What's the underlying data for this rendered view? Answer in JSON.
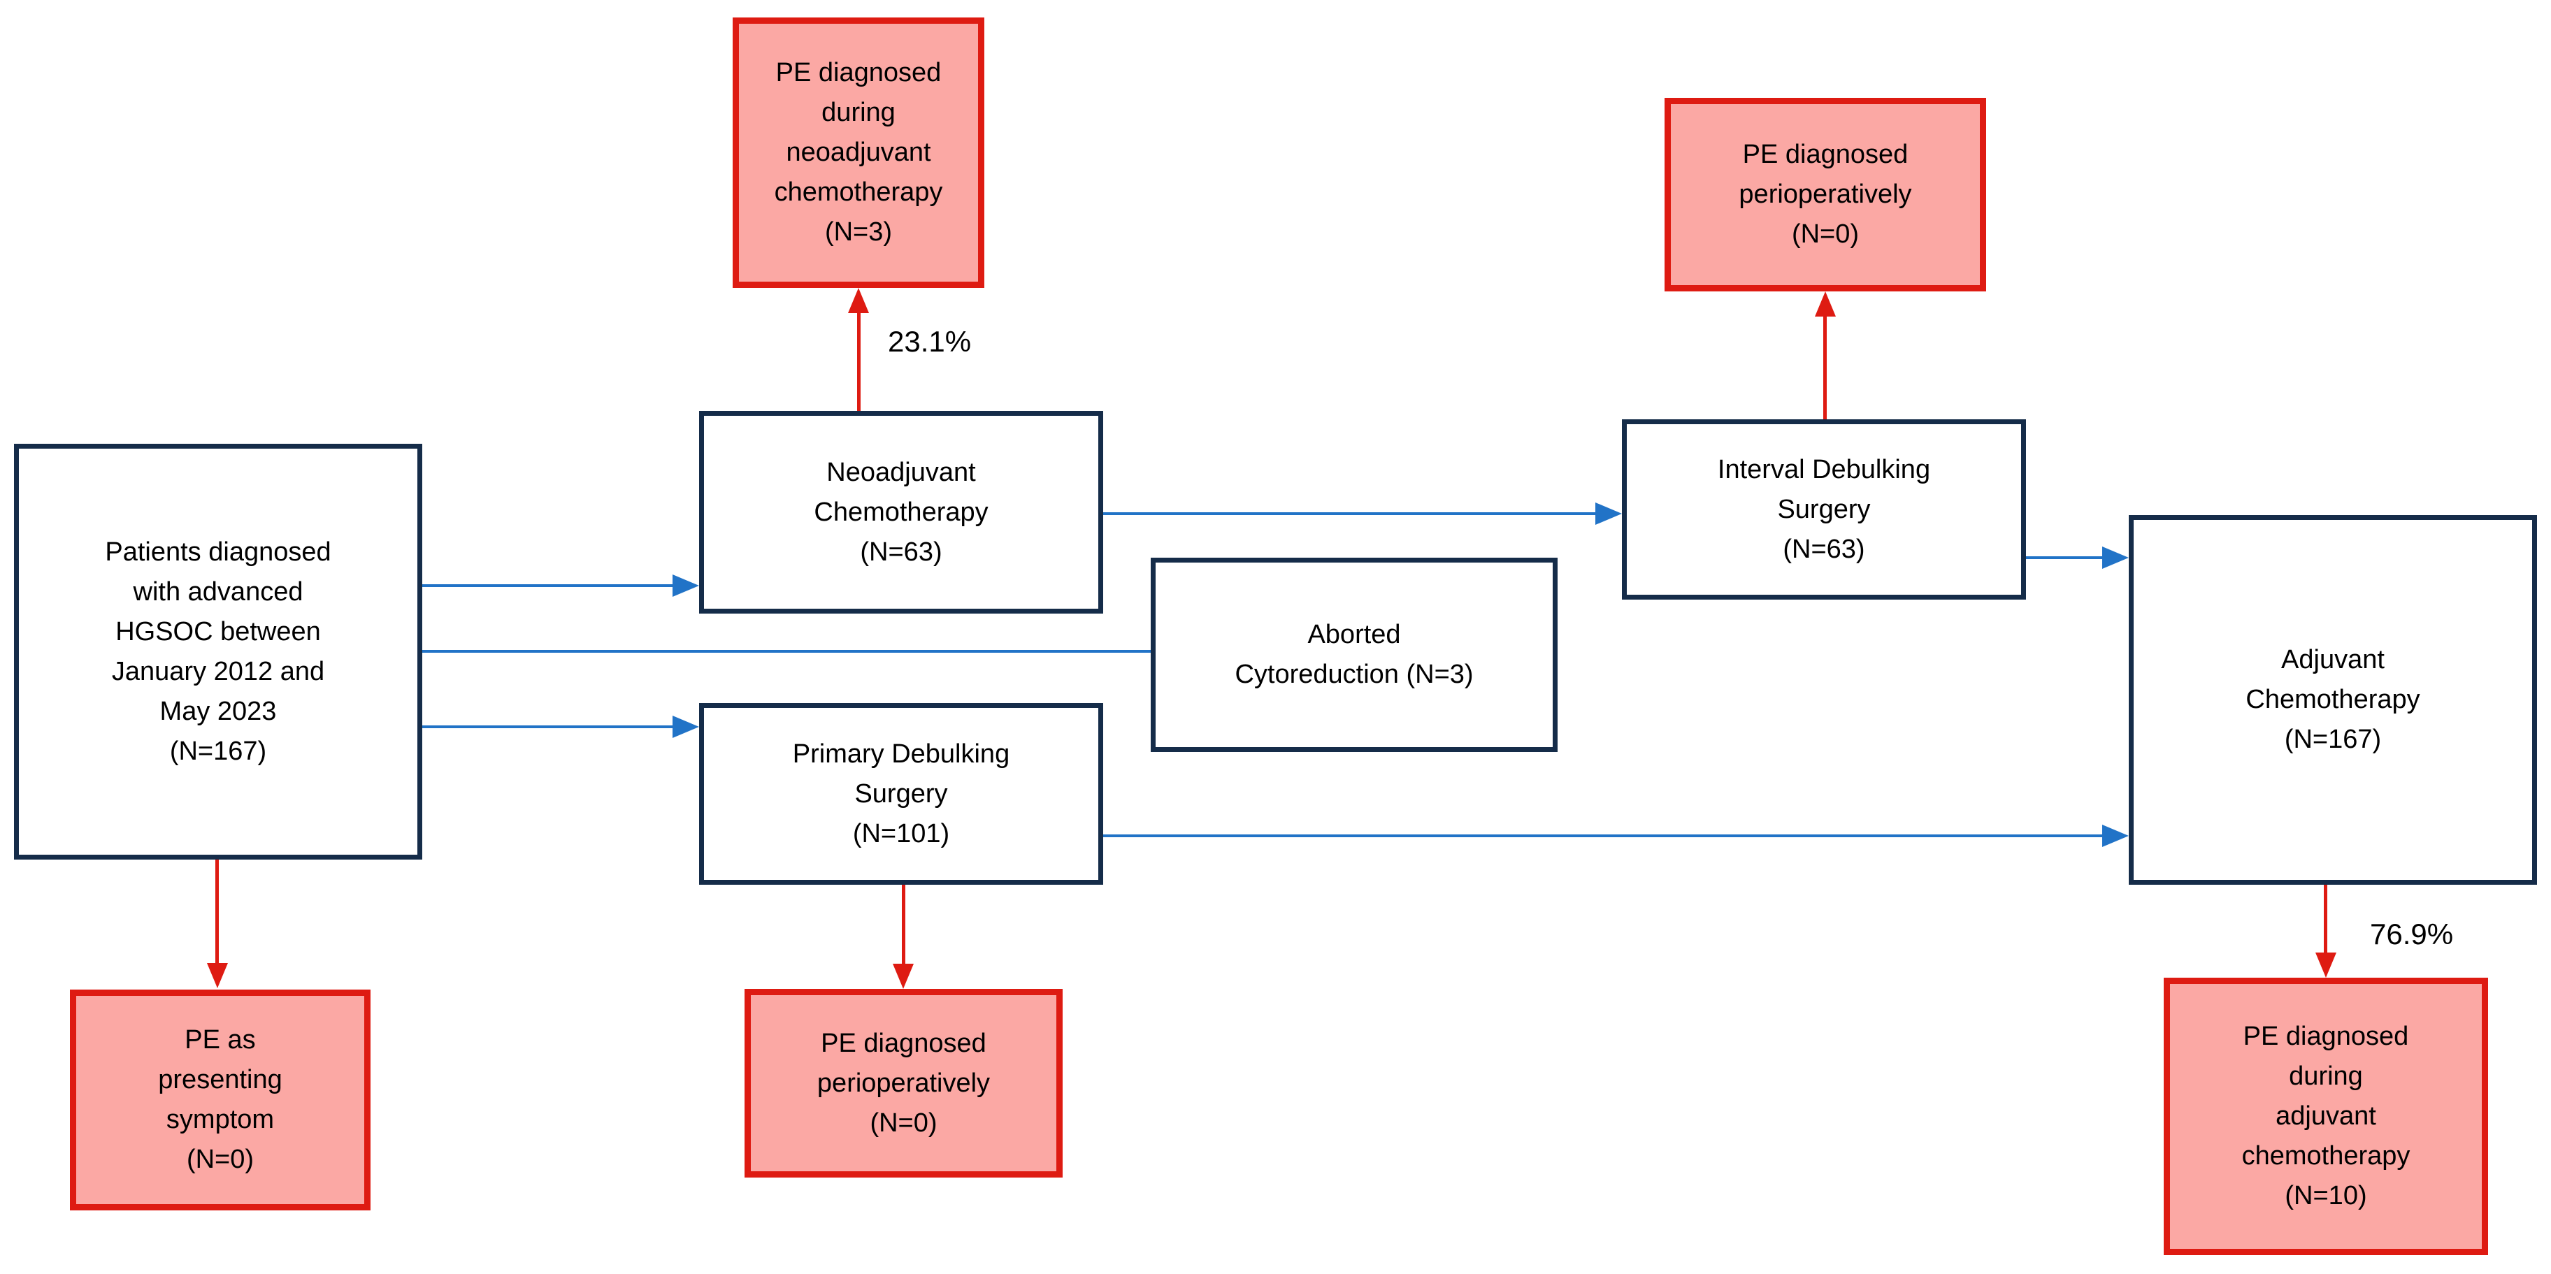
{
  "colors": {
    "navy": "#152C49",
    "blue": "#2173C7",
    "red": "#DE1B12",
    "red-fill": "#FBA8A4",
    "text": "#000000",
    "bg": "#FFFFFF"
  },
  "nodes": {
    "patients": "Patients diagnosed\nwith advanced\nHGSOC between\nJanuary 2012 and\nMay 2023\n(N=167)",
    "neoadjuvant": "Neoadjuvant\nChemotherapy\n(N=63)",
    "primary_debulking": "Primary Debulking\nSurgery\n(N=101)",
    "aborted_cytoreduction": "Aborted\nCytoreduction (N=3)",
    "interval_debulking": "Interval Debulking\nSurgery\n(N=63)",
    "adjuvant": "Adjuvant\nChemotherapy\n(N=167)",
    "pe_presenting": "PE as\npresenting\nsymptom\n(N=0)",
    "pe_neoadjuvant": "PE diagnosed\nduring\nneoadjuvant\nchemotherapy\n(N=3)",
    "pe_periop_interval": "PE diagnosed\nperioperatively\n(N=0)",
    "pe_periop_primary": "PE diagnosed\nperioperatively\n(N=0)",
    "pe_adjuvant": "PE diagnosed\nduring\nadjuvant\nchemotherapy\n(N=10)"
  },
  "labels": {
    "neoadjuvant_pe_rate": "23.1%",
    "adjuvant_pe_rate": "76.9%"
  }
}
